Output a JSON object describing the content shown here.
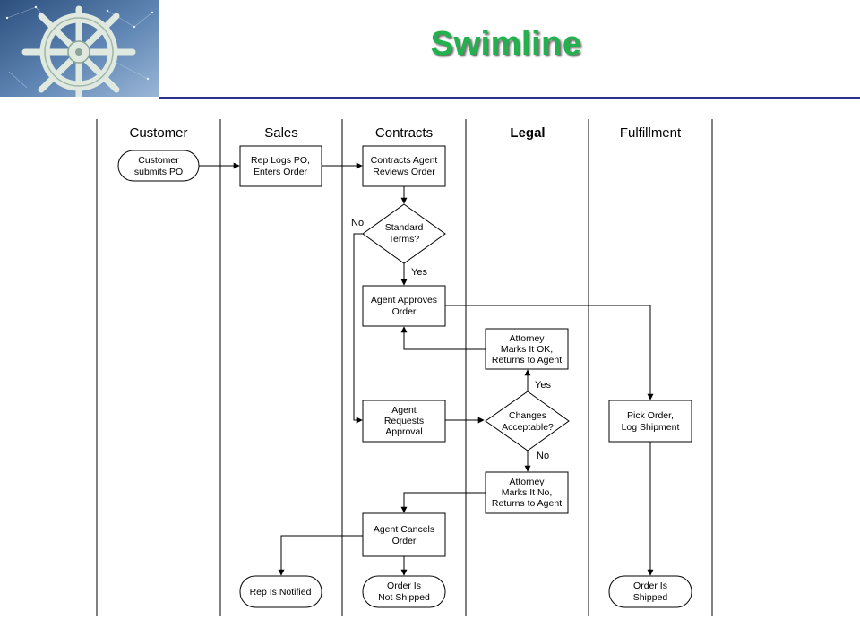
{
  "slide": {
    "title": "Swimline",
    "title_color": "#22b14c",
    "rule_color": "#2e2f8f",
    "logo_icon": "ship-wheel-icon"
  },
  "lanes": [
    {
      "id": "customer",
      "label": "Customer"
    },
    {
      "id": "sales",
      "label": "Sales"
    },
    {
      "id": "contracts",
      "label": "Contracts"
    },
    {
      "id": "legal",
      "label": "Legal"
    },
    {
      "id": "fulfillment",
      "label": "Fulfillment"
    }
  ],
  "nodes": {
    "customer_submits": {
      "shape": "terminator",
      "lines": [
        "Customer",
        "submits PO"
      ]
    },
    "rep_logs": {
      "shape": "process",
      "lines": [
        "Rep Logs PO,",
        "Enters Order"
      ]
    },
    "agent_reviews": {
      "shape": "process",
      "lines": [
        "Contracts Agent",
        "Reviews Order"
      ]
    },
    "standard_terms": {
      "shape": "decision",
      "lines": [
        "Standard",
        "Terms?"
      ]
    },
    "agent_approves": {
      "shape": "process",
      "lines": [
        "Agent Approves",
        "Order"
      ]
    },
    "attorney_ok": {
      "shape": "process",
      "lines": [
        "Attorney",
        "Marks It OK,",
        "Returns to Agent"
      ]
    },
    "agent_requests": {
      "shape": "process",
      "lines": [
        "Agent",
        "Requests",
        "Approval"
      ]
    },
    "changes_acceptable": {
      "shape": "decision",
      "lines": [
        "Changes",
        "Acceptable?"
      ]
    },
    "pick_order": {
      "shape": "process",
      "lines": [
        "Pick Order,",
        "Log Shipment"
      ]
    },
    "attorney_no": {
      "shape": "process",
      "lines": [
        "Attorney",
        "Marks It No,",
        "Returns to Agent"
      ]
    },
    "agent_cancels": {
      "shape": "process",
      "lines": [
        "Agent Cancels",
        "Order"
      ]
    },
    "rep_notified": {
      "shape": "terminator",
      "lines": [
        "Rep Is Notified"
      ]
    },
    "not_shipped": {
      "shape": "terminator",
      "lines": [
        "Order Is",
        "Not Shipped"
      ]
    },
    "shipped": {
      "shape": "terminator",
      "lines": [
        "Order Is",
        "Shipped"
      ]
    }
  },
  "edge_labels": {
    "standard_no": "No",
    "standard_yes": "Yes",
    "changes_yes": "Yes",
    "changes_no": "No"
  }
}
